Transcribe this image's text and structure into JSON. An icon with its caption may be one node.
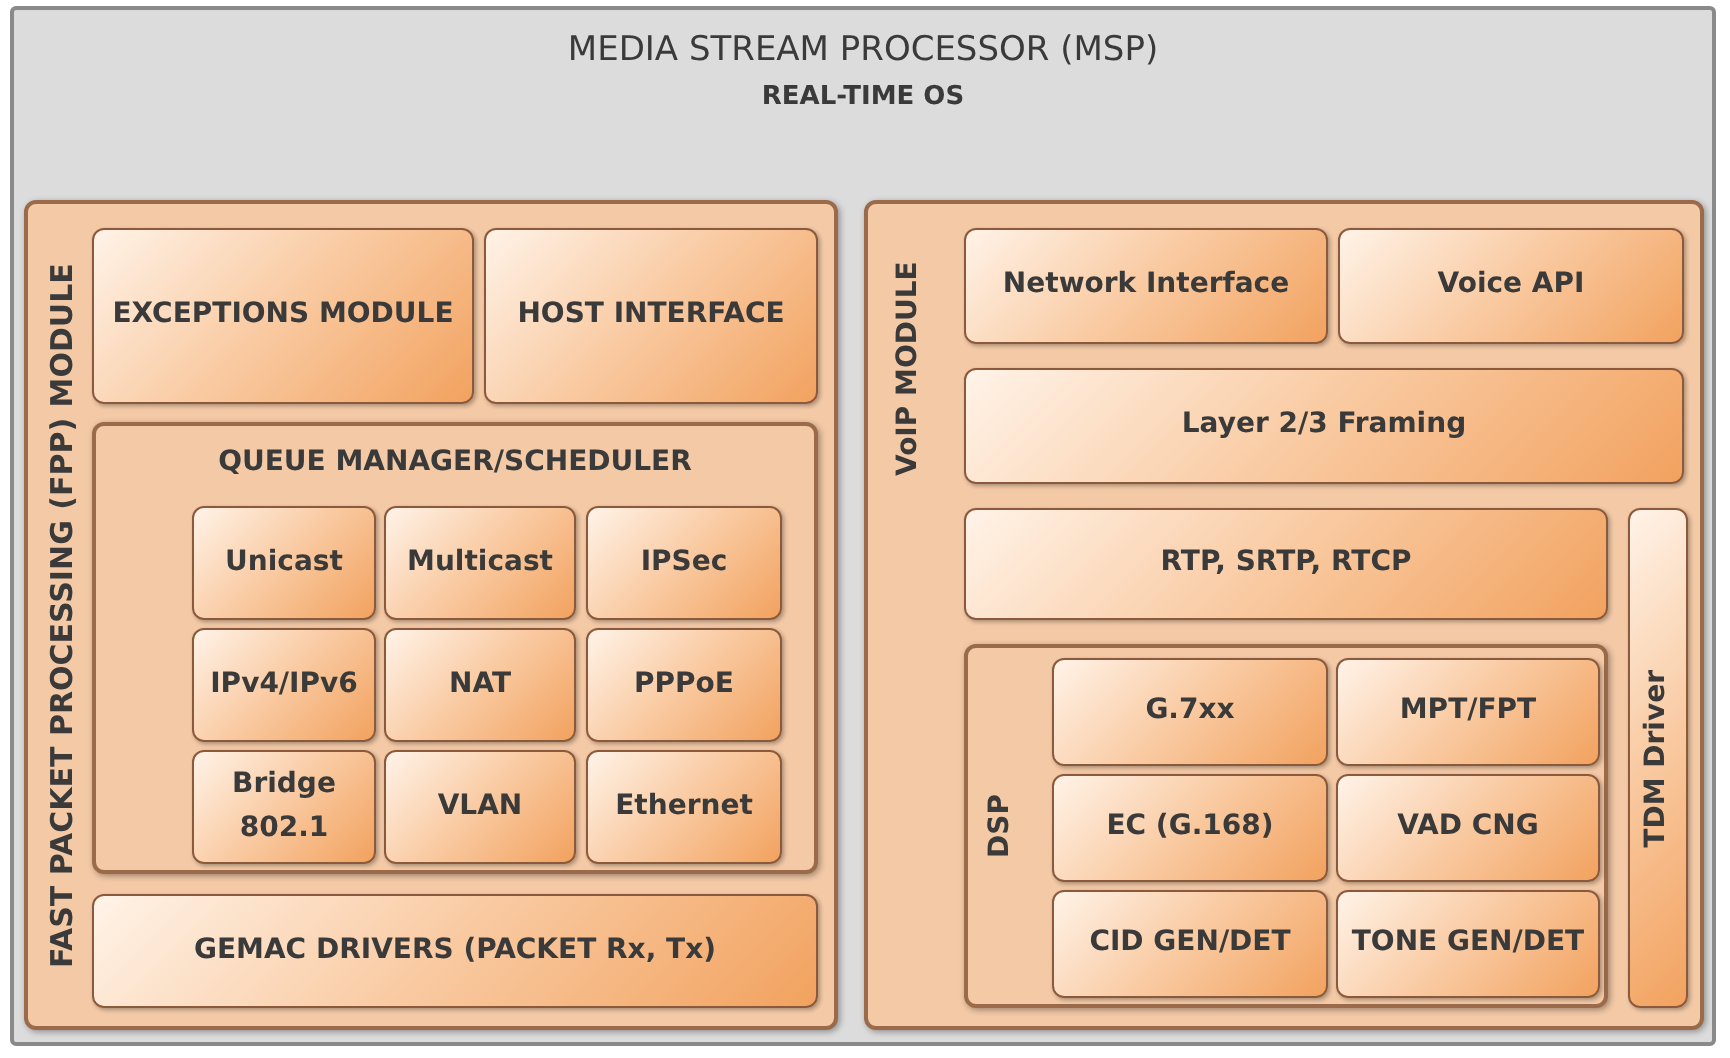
{
  "diagram": {
    "nodes": [
      {
        "text": [
          "MEDIA STREAM PROCESSOR (MSP)",
          "REAL-TIME OS"
        ]
      },
      {
        "text": [
          "FAST PACKET PROCESSING (FPP) MODULE"
        ],
        "in": 0
      },
      {
        "text": [
          "EXCEPTIONS MODULE"
        ],
        "in": 1
      },
      {
        "text": [
          "HOST INTERFACE"
        ],
        "in": 1
      },
      {
        "text": [
          "QUEUE MANAGER/SCHEDULER"
        ],
        "in": 1
      },
      {
        "text": [
          "Unicast"
        ],
        "in": 4
      },
      {
        "text": [
          "Multicast"
        ],
        "in": 4
      },
      {
        "text": [
          "IPSec"
        ],
        "in": 4
      },
      {
        "text": [
          "IPv4/IPv6"
        ],
        "in": 4
      },
      {
        "text": [
          "NAT"
        ],
        "in": 4
      },
      {
        "text": [
          "PPPoE"
        ],
        "in": 4
      },
      {
        "text": [
          "Bridge 802.1"
        ],
        "in": 4
      },
      {
        "text": [
          "VLAN"
        ],
        "in": 4
      },
      {
        "text": [
          "Ethernet"
        ],
        "in": 4
      },
      {
        "text": [
          "GEMAC DRIVERS (PACKET Rx, Tx)"
        ],
        "in": 1
      },
      {
        "text": [
          "VoIP MODULE"
        ],
        "in": 0
      },
      {
        "text": [
          "Network Interface"
        ],
        "in": 15
      },
      {
        "text": [
          "Voice API"
        ],
        "in": 15
      },
      {
        "text": [
          "Layer 2/3 Framing"
        ],
        "in": 15
      },
      {
        "text": [
          "RTP, SRTP, RTCP"
        ],
        "in": 15
      },
      {
        "text": [
          "TDM Driver"
        ],
        "in": 15
      },
      {
        "text": [
          "DSP"
        ],
        "in": 15
      },
      {
        "text": [
          "G.7xx"
        ],
        "in": 21
      },
      {
        "text": [
          "MPT/FPT"
        ],
        "in": 21
      },
      {
        "text": [
          "EC (G.168)"
        ],
        "in": 21
      },
      {
        "text": [
          "VAD CNG"
        ],
        "in": 21
      },
      {
        "text": [
          "CID GEN/DET"
        ],
        "in": 21
      },
      {
        "text": [
          "TONE GEN/DET"
        ],
        "in": 21
      }
    ]
  }
}
